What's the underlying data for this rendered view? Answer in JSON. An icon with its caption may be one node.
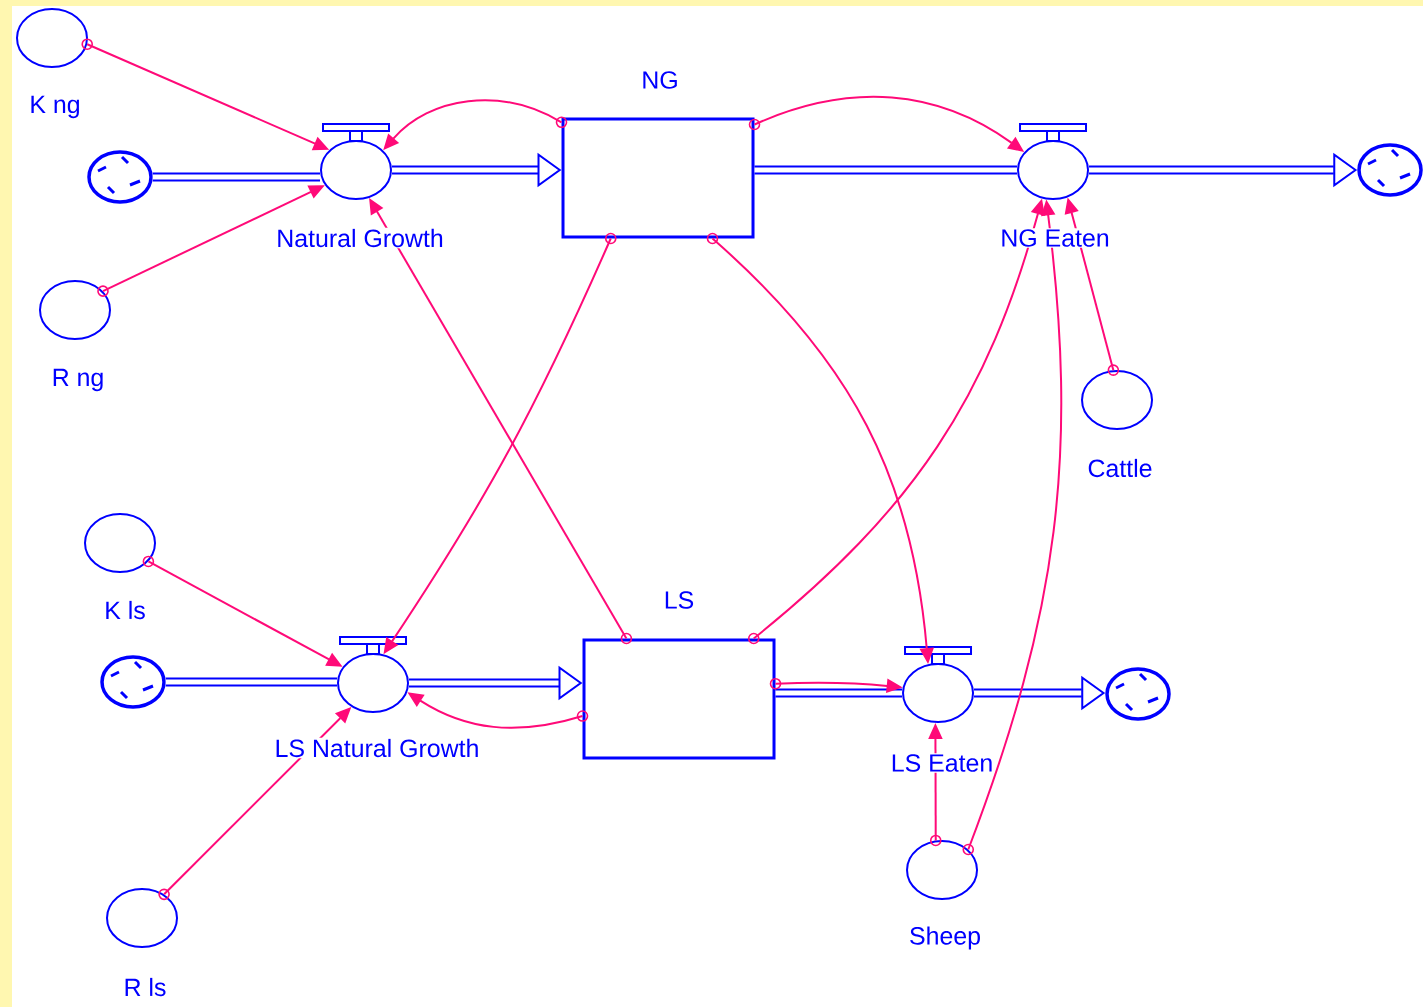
{
  "diagram": {
    "nodes": [
      {
        "text": [
          "NG"
        ]
      },
      {
        "text": [
          "LS"
        ]
      },
      {
        "text": [
          "Natural Growth"
        ]
      },
      {
        "text": [
          "NG Eaten"
        ]
      },
      {
        "text": [
          "LS Natural Growth"
        ]
      },
      {
        "text": [
          "LS Eaten"
        ]
      },
      {
        "text": [
          "K ng"
        ]
      },
      {
        "text": [
          "R ng"
        ]
      },
      {
        "text": [
          "Cattle"
        ]
      },
      {
        "text": [
          "K ls"
        ]
      },
      {
        "text": [
          "R ls"
        ]
      },
      {
        "text": [
          "Sheep"
        ]
      },
      {
        "text": [],
        "shape": "cloud"
      },
      {
        "text": [],
        "shape": "cloud"
      },
      {
        "text": [],
        "shape": "cloud"
      },
      {
        "text": [],
        "shape": "cloud"
      }
    ],
    "edges": [
      {
        "from": 12,
        "to": 2,
        "arrow": "none",
        "style": "thick",
        "color": "#0000ff"
      },
      {
        "from": 2,
        "to": 0,
        "arrow": "to",
        "style": "thick",
        "color": "#0000ff"
      },
      {
        "from": 0,
        "to": 3,
        "arrow": "none",
        "style": "thick",
        "color": "#0000ff"
      },
      {
        "from": 3,
        "to": 13,
        "arrow": "to",
        "style": "thick",
        "color": "#0000ff"
      },
      {
        "from": 14,
        "to": 4,
        "arrow": "none",
        "style": "thick",
        "color": "#0000ff"
      },
      {
        "from": 4,
        "to": 1,
        "arrow": "to",
        "style": "thick",
        "color": "#0000ff"
      },
      {
        "from": 1,
        "to": 5,
        "arrow": "none",
        "style": "thick",
        "color": "#0000ff"
      },
      {
        "from": 5,
        "to": 15,
        "arrow": "to",
        "style": "thick",
        "color": "#0000ff"
      },
      {
        "from": 6,
        "to": 2,
        "arrow": "to",
        "color": "#ff0a78"
      },
      {
        "from": 7,
        "to": 2,
        "arrow": "to",
        "color": "#ff0a78"
      },
      {
        "from": 0,
        "to": 2,
        "arrow": "to",
        "color": "#ff0a78"
      },
      {
        "from": 0,
        "to": 3,
        "arrow": "to",
        "color": "#ff0a78"
      },
      {
        "from": 0,
        "to": 4,
        "arrow": "to",
        "color": "#ff0a78"
      },
      {
        "from": 0,
        "to": 5,
        "arrow": "to",
        "color": "#ff0a78"
      },
      {
        "from": 1,
        "to": 2,
        "arrow": "to",
        "color": "#ff0a78"
      },
      {
        "from": 1,
        "to": 3,
        "arrow": "to",
        "color": "#ff0a78"
      },
      {
        "from": 1,
        "to": 5,
        "arrow": "to",
        "color": "#ff0a78"
      },
      {
        "from": 1,
        "to": 4,
        "arrow": "to",
        "color": "#ff0a78"
      },
      {
        "from": 8,
        "to": 3,
        "arrow": "to",
        "color": "#ff0a78"
      },
      {
        "from": 9,
        "to": 4,
        "arrow": "to",
        "color": "#ff0a78"
      },
      {
        "from": 10,
        "to": 4,
        "arrow": "to",
        "color": "#ff0a78"
      },
      {
        "from": 11,
        "to": 5,
        "arrow": "to",
        "color": "#ff0a78"
      },
      {
        "from": 11,
        "to": 3,
        "arrow": "to",
        "color": "#ff0a78"
      }
    ]
  }
}
